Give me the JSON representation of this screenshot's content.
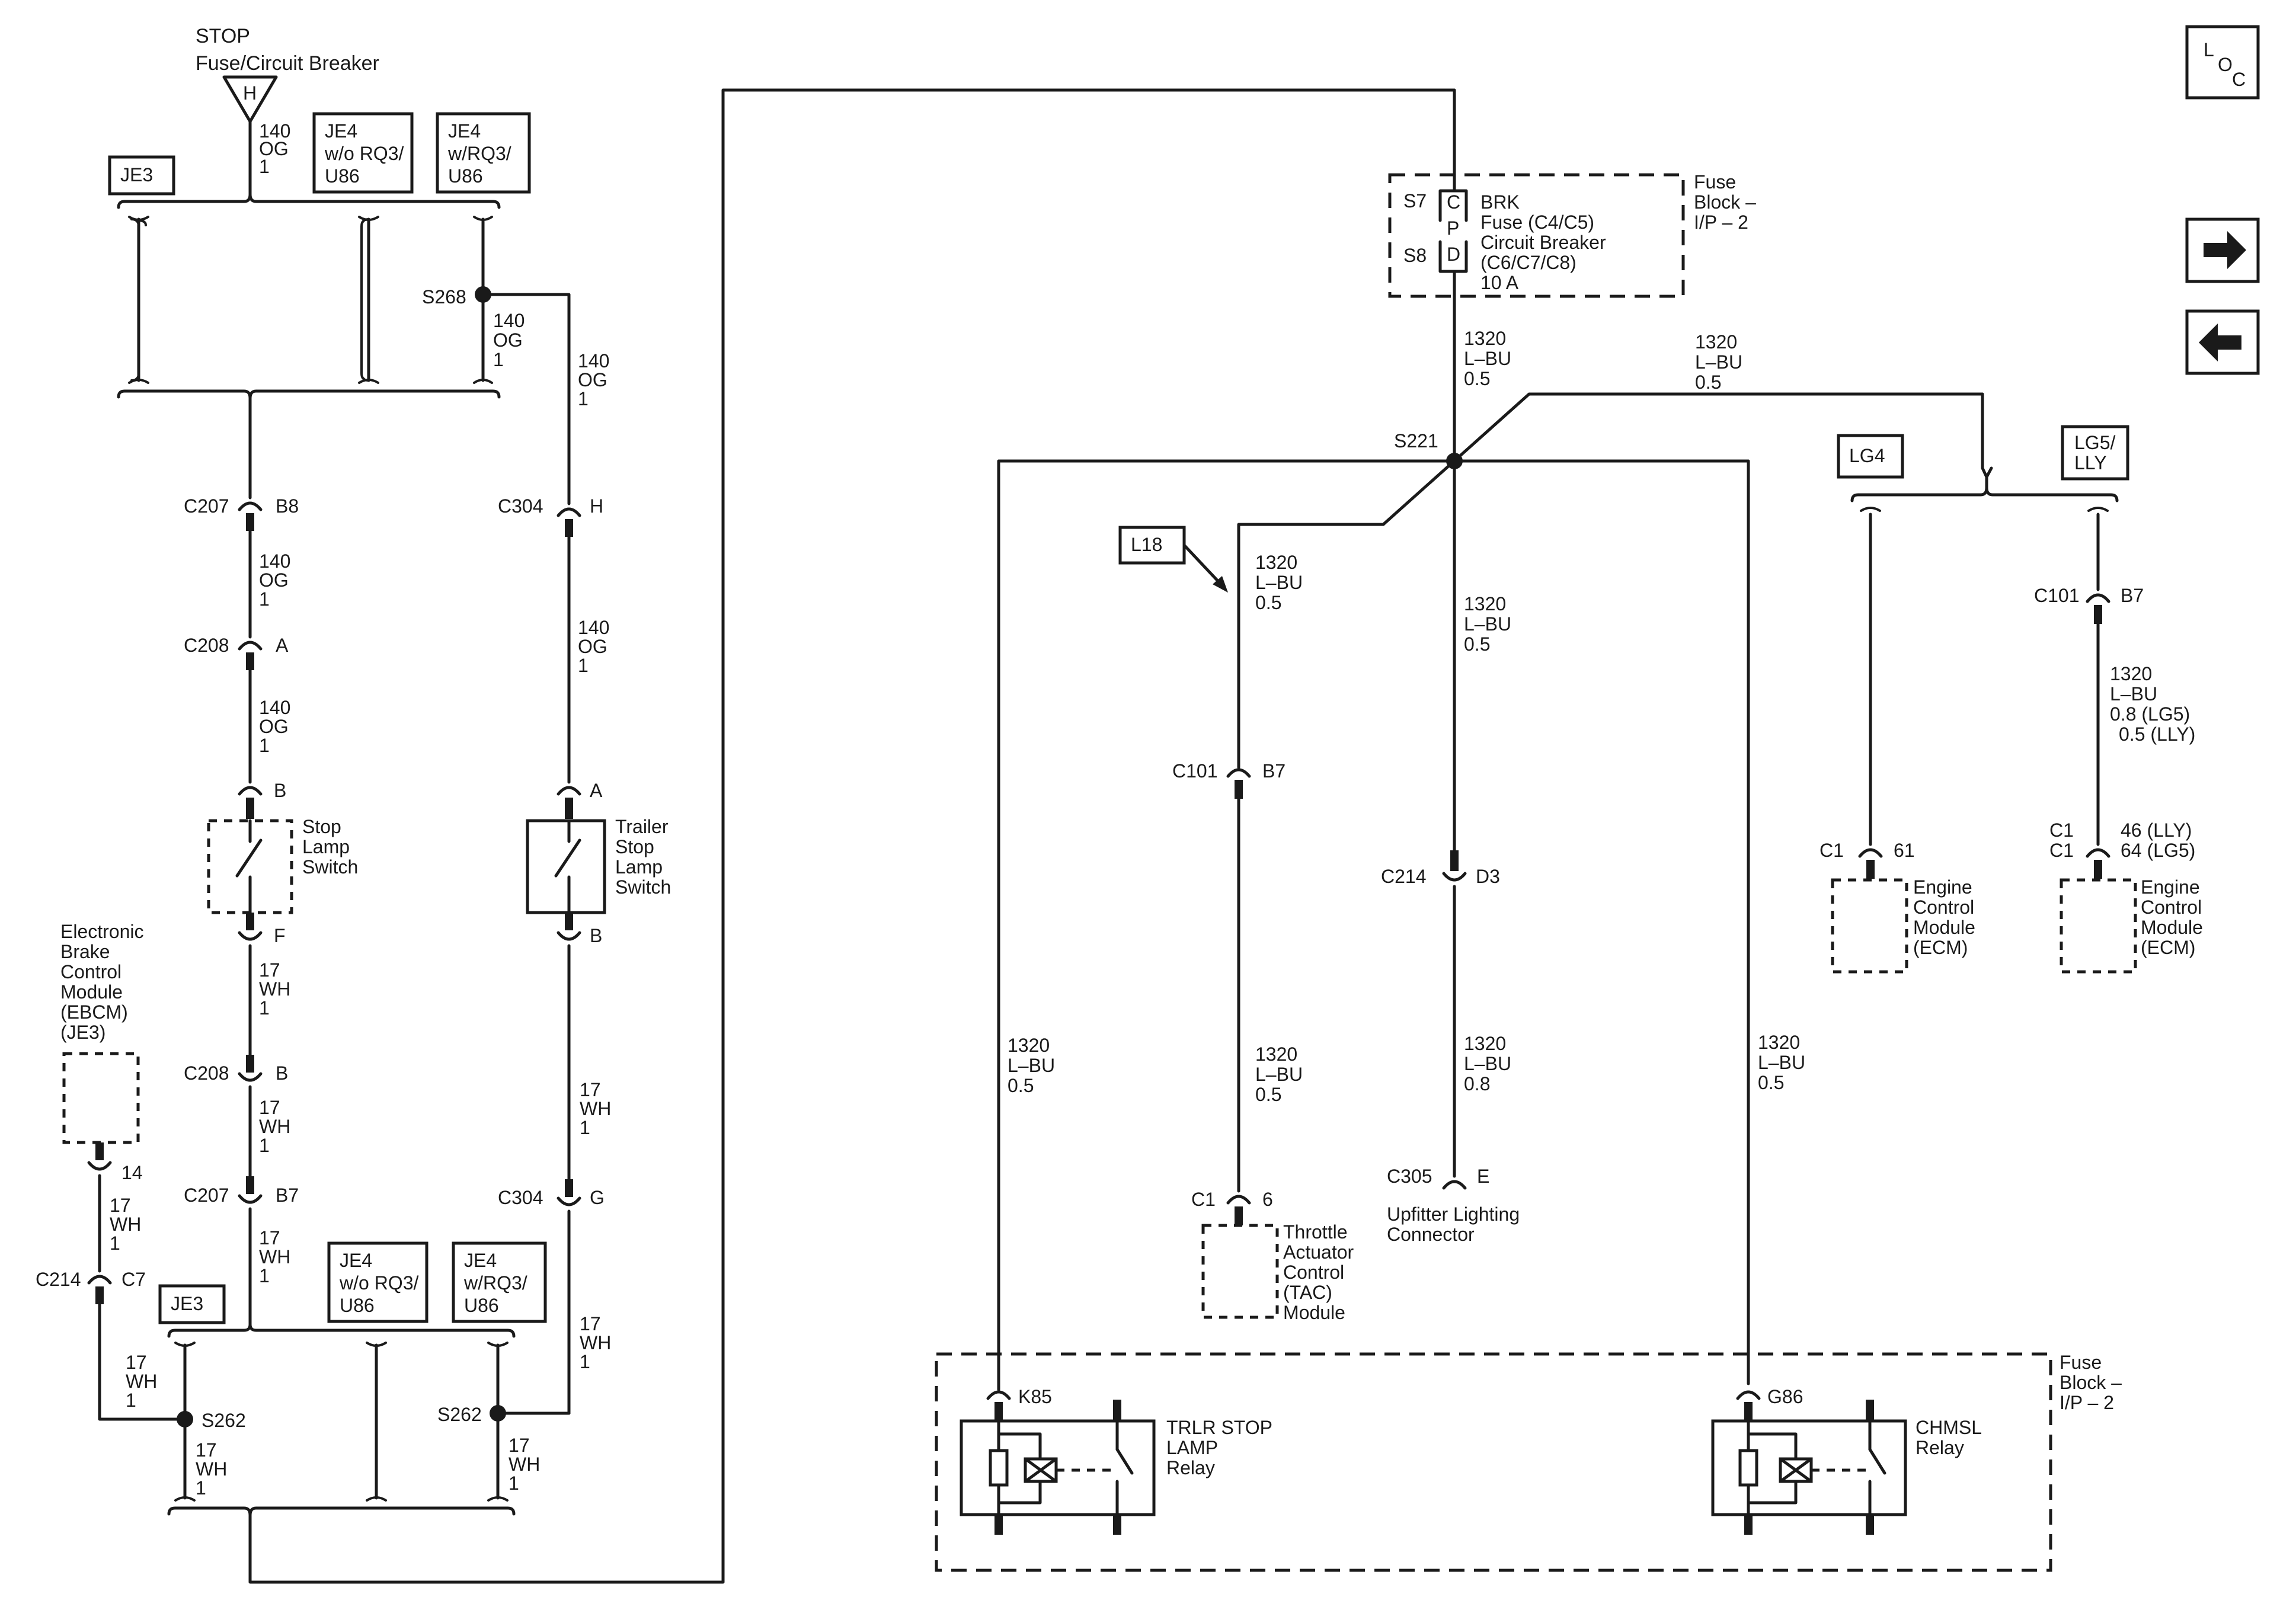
{
  "header": {
    "stop_label": "STOP",
    "fuse_type": "Fuse/Circuit Breaker",
    "fuse_letter": "H"
  },
  "nav": {
    "loc_l": "L",
    "loc_o": "O",
    "loc_c": "C",
    "next_icon": "right-arrow-icon",
    "prev_icon": "left-arrow-icon"
  },
  "option_boxes": {
    "je3": "JE3",
    "je4_wo_line1": "JE4",
    "je4_wo_line2": "w/o RQ3/",
    "je4_wo_line3": "U86",
    "je4_w_line1": "JE4",
    "je4_w_line2": "w/RQ3/",
    "je4_w_line3": "U86",
    "lg4": "LG4",
    "lg5_line1": "LG5/",
    "lg5_line2": "LLY",
    "l18": "L18"
  },
  "wires": {
    "c140": "140",
    "og": "OG",
    "g1": "1",
    "c17": "17",
    "wh": "WH",
    "c1320": "1320",
    "lbu": "L–BU",
    "g05": "0.5",
    "g08": "0.8",
    "lg_gauge_1": "0.8 (LG5)",
    "lg_gauge_2": "0.5 (LLY)"
  },
  "connectors": {
    "c207": "C207",
    "c208": "C208",
    "c304": "C304",
    "c214": "C214",
    "c101": "C101",
    "c1": "C1",
    "c305": "C305",
    "s268": "S268",
    "s262": "S262",
    "s221": "S221",
    "pin_b8": "B8",
    "pin_a": "A",
    "pin_b": "B",
    "pin_f": "F",
    "pin_b7": "B7",
    "pin_h": "H",
    "pin_g": "G",
    "pin_14": "14",
    "pin_c7": "C7",
    "pin_6": "6",
    "pin_d3": "D3",
    "pin_e": "E",
    "pin_61": "61",
    "pin_46": "46 (LLY)",
    "pin_64": "64 (LG5)",
    "pin_k85": "K85",
    "pin_g86": "G86"
  },
  "fuse_block": {
    "s7": "S7",
    "s8": "S8",
    "cpd_c": "C",
    "cpd_p": "P",
    "cpd_d": "D",
    "line1": "BRK",
    "line2": "Fuse (C4/C5)",
    "line3": "Circuit Breaker",
    "line4": "(C6/C7/C8)",
    "line5": "10 A",
    "block_1": "Fuse",
    "block_2": "Block –",
    "block_3": "I/P – 2"
  },
  "components": {
    "stop_switch": [
      "Stop",
      "Lamp",
      "Switch"
    ],
    "trailer_switch": [
      "Trailer",
      "Stop",
      "Lamp",
      "Switch"
    ],
    "ebcm": [
      "Electronic",
      "Brake",
      "Control",
      "Module",
      "(EBCM)",
      "(JE3)"
    ],
    "tac": [
      "Throttle",
      "Actuator",
      "Control",
      "(TAC)",
      "Module"
    ],
    "upfitter": [
      "Upfitter Lighting",
      "Connector"
    ],
    "ecm": [
      "Engine",
      "Control",
      "Module",
      "(ECM)"
    ],
    "trlr_relay": [
      "TRLR STOP",
      "LAMP",
      "Relay"
    ],
    "chmsl_relay": [
      "CHMSL",
      "Relay"
    ]
  }
}
